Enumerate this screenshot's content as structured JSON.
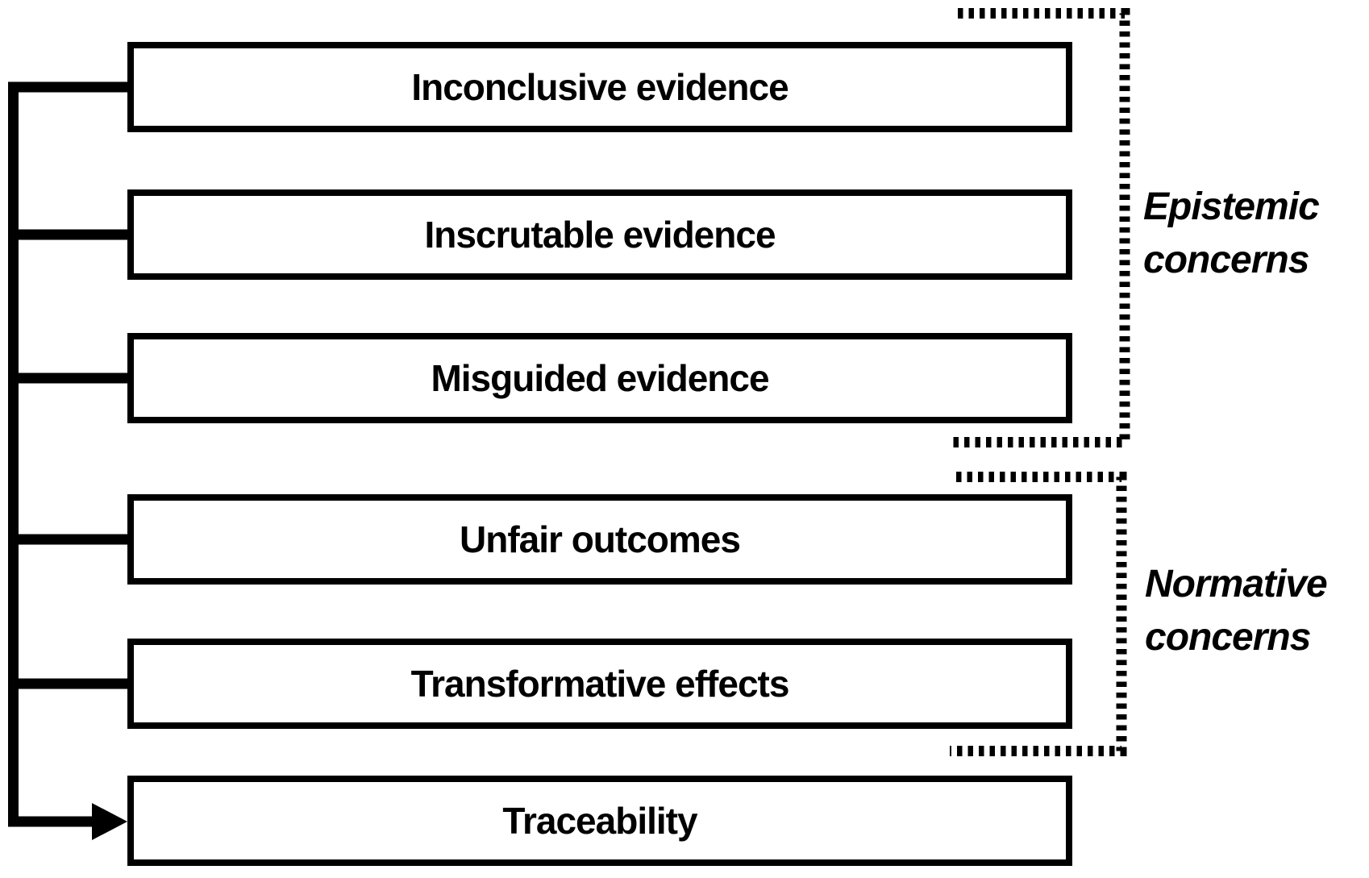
{
  "diagram": {
    "boxes": [
      {
        "label": "Inconclusive evidence"
      },
      {
        "label": "Inscrutable evidence"
      },
      {
        "label": "Misguided evidence"
      },
      {
        "label": "Unfair outcomes"
      },
      {
        "label": "Transformative effects"
      },
      {
        "label": "Traceability"
      }
    ],
    "groups": [
      {
        "label": "Epistemic concerns"
      },
      {
        "label": "Normative concerns"
      }
    ],
    "colors": {
      "line": "#000000",
      "text": "#000000",
      "box_border": "#000000",
      "box_fill": "#ffffff",
      "background": "#ffffff"
    }
  }
}
